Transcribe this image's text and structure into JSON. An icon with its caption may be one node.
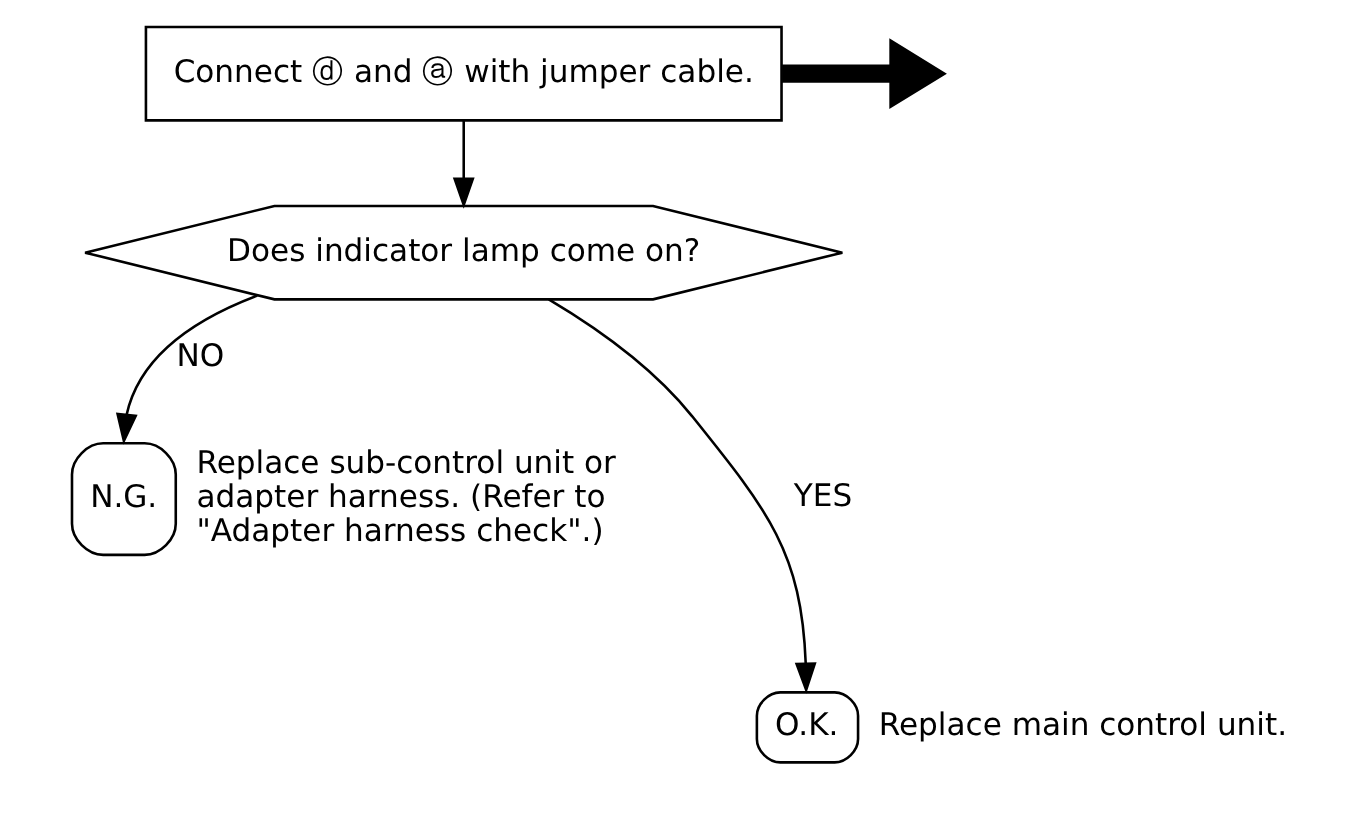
{
  "diagram": {
    "nodes": [
      {
        "text": [
          "Connect ⓓ and ⓐ with jumper cable."
        ]
      },
      {
        "text": [
          "Does indicator lamp come on?"
        ]
      },
      {
        "text": [
          "N.G."
        ],
        "beside": [
          "Replace sub-control unit or adapter harness. (Refer to \"Adapter harness check\".)"
        ]
      },
      {
        "text": [
          "O.K."
        ],
        "beside": [
          "Replace main control unit."
        ]
      }
    ],
    "edges": [
      {
        "from": 0,
        "to": 1,
        "arrow": "to"
      },
      {
        "from": 1,
        "to": 2,
        "arrow": "to",
        "label": "NO"
      },
      {
        "from": 1,
        "to": 3,
        "arrow": "to",
        "label": "YES"
      },
      {
        "from": 0,
        "to": null,
        "arrow": "to",
        "style": "thick"
      }
    ]
  }
}
